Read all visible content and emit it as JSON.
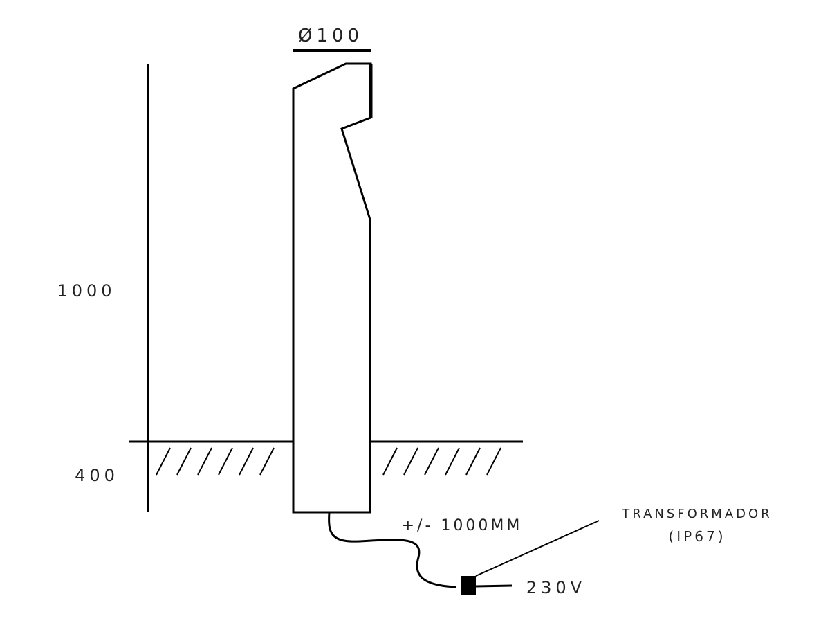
{
  "diagram": {
    "diameter_label": "Ø100",
    "height_label": "1000",
    "depth_label": "400",
    "cable_length_label": "+/- 1000MM",
    "transformer_label": "TRANSFORMADOR",
    "transformer_rating": "(IP67)",
    "voltage_label": "230V"
  },
  "colors": {
    "line": "#000000",
    "text": "#222222",
    "background": "#ffffff"
  }
}
